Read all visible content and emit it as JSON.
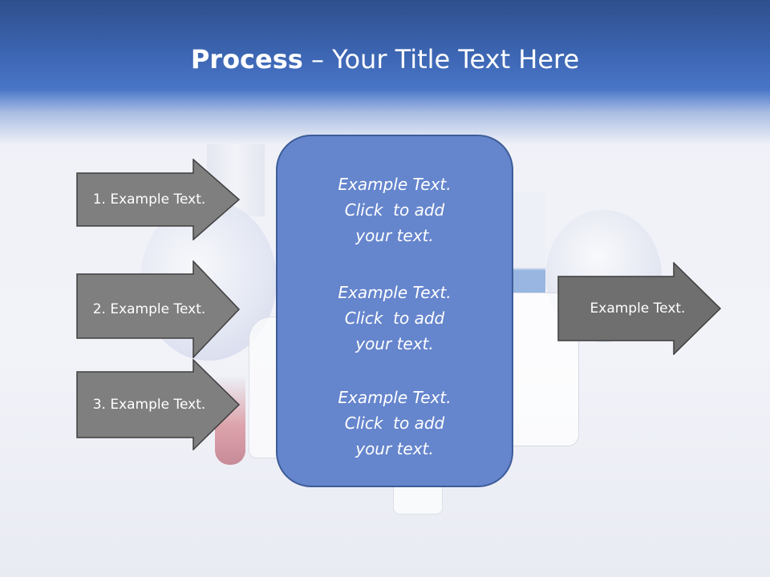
{
  "slide": {
    "title_bold": "Process",
    "title_rest": " – Your Title Text Here"
  },
  "left_arrows": [
    {
      "label": "1. Example Text."
    },
    {
      "label": "2. Example Text."
    },
    {
      "label": "3. Example Text."
    }
  ],
  "center_box": {
    "blocks": [
      {
        "lines": [
          "Example Text.",
          "Click  to add",
          "your text."
        ]
      },
      {
        "lines": [
          "Example Text.",
          "Click  to add",
          "your text."
        ]
      },
      {
        "lines": [
          "Example Text.",
          "Click  to add",
          "your text."
        ]
      }
    ]
  },
  "right_arrow": {
    "label": "Example Text."
  },
  "colors": {
    "header_blue": "#3b64b0",
    "arrow_fill_left": "#7f7f7f",
    "arrow_fill_right": "#6f6f6f",
    "center_box_fill": "#6585cd",
    "center_box_border": "#3d5c98"
  }
}
